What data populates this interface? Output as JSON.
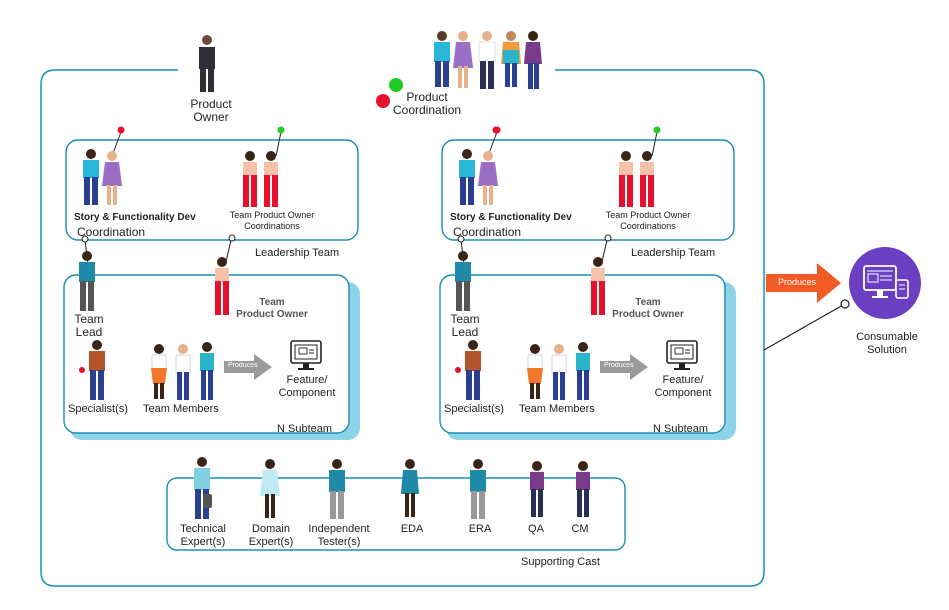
{
  "product_owner": "Product\nOwner",
  "product_coordination": "Product\nCoordination",
  "produces_main": "Produces",
  "consumable_solution": "Consumable\nSolution",
  "supporting_cast": {
    "title": "Supporting Cast",
    "roles": [
      "Technical\nExpert(s)",
      "Domain\nExpert(s)",
      "Independent\nTester(s)",
      "EDA",
      "ERA",
      "QA",
      "CM"
    ]
  },
  "teams": [
    {
      "story_dev": "Story & Functionality Dev",
      "coordination": "Coordination",
      "team_po_coord": "Team Product Owner\nCoordinations",
      "leadership": "Leadership Team",
      "team_lead": "Team\nLead",
      "team_po": "Team\nProduct Owner",
      "specialists": "Specialist(s)",
      "team_members": "Team Members",
      "produces": "Produces",
      "feature": "Feature/\nComponent",
      "n_subteam": "N Subteam"
    },
    {
      "story_dev": "Story & Functionality Dev",
      "coordination": "Coordination",
      "team_po_coord": "Team Product Owner\nCoordinations",
      "leadership": "Leadership Team",
      "team_lead": "Team\nLead",
      "team_po": "Team\nProduct Owner",
      "specialists": "Specialist(s)",
      "team_members": "Team Members",
      "produces": "Produces",
      "feature": "Feature/\nComponent",
      "n_subteam": "N Subteam"
    }
  ],
  "colors": {
    "frame": "#1a8fb5",
    "subteam_shadow": "#8fd3e8",
    "arrow_orange": "#f15a24",
    "solution_purple": "#6a3fc1",
    "dot_red": "#e8112d",
    "dot_green": "#22cc22",
    "arrow_gray": "#9a9a9a"
  }
}
